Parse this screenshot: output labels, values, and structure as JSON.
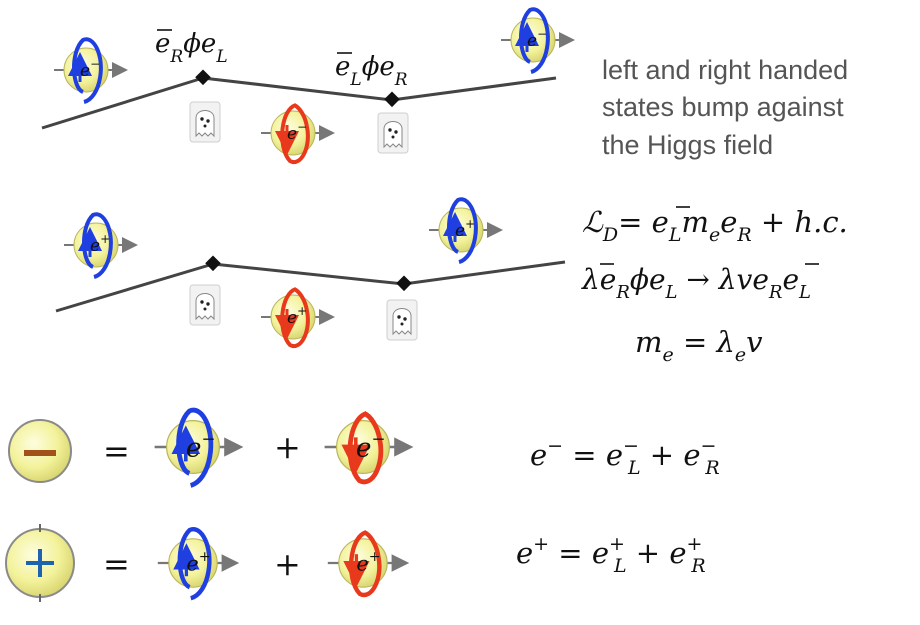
{
  "caption": {
    "line1": "left and right handed",
    "line2": "states bump against",
    "line3": "the Higgs field"
  },
  "top_diagram": {
    "vertex1_label": {
      "bar": "e",
      "sub1": "R",
      "phi": "ϕe",
      "sub2": "L"
    },
    "vertex2_label": {
      "bar": "e",
      "sub1": "L",
      "phi": "ϕe",
      "sub2": "R"
    },
    "particle_label": "e",
    "particle_charge": "−"
  },
  "middle_diagram": {
    "particle_label": "e",
    "particle_charge": "+"
  },
  "equations": {
    "dirac": {
      "lhs": "ℒ",
      "lhs_sub": "D",
      "rhs_a": "= ",
      "rhs_b": "e",
      "rhs_c": "L",
      "rhs_d": "m",
      "rhs_e": "e",
      "rhs_f": "e",
      "rhs_g": "R",
      "rhs_h": " + h.c."
    },
    "yukawa": {
      "text": "λ"
    },
    "mass": {
      "m": "m",
      "m_sub": "e",
      "eq": " = ",
      "lam": "λ",
      "lam_sub": "e",
      "v": "v"
    }
  },
  "bottom": {
    "minus_symbol": "−",
    "plus_symbol": "+",
    "equals": "=",
    "plus_op": "+",
    "electron_eq": {
      "lhs": "e",
      "lhs_sup": "−",
      "eq": " = ",
      "a": "e",
      "a_sub": "L",
      "a_sup": "−",
      "plus": " + ",
      "b": "e",
      "b_sub": "R",
      "b_sup": "−"
    },
    "positron_eq": {
      "lhs": "e",
      "lhs_sup": "+",
      "eq": " = ",
      "a": "e",
      "a_sub": "L",
      "a_sup": "+",
      "plus": " + ",
      "b": "e",
      "b_sub": "R",
      "b_sup": "+"
    }
  },
  "colors": {
    "left_arrow": "#1f3fe0",
    "right_arrow": "#e8391d",
    "sphere_fill": "#f5f4a0",
    "line": "#444444",
    "minus_sign": "#a0521a",
    "plus_sign": "#1f63b0"
  }
}
